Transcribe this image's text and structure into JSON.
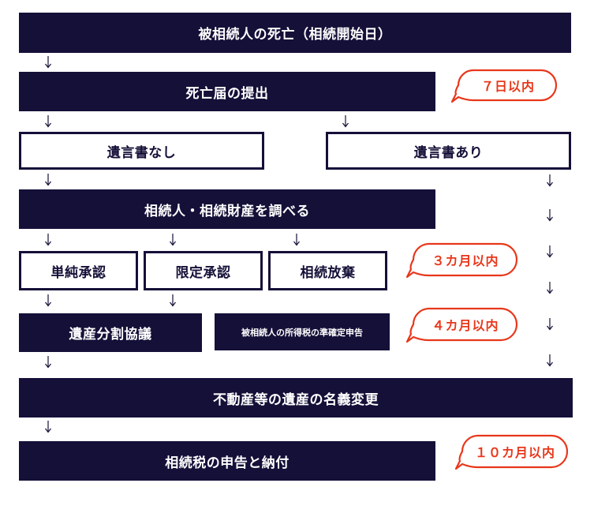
{
  "steps": {
    "death": "被相続人の死亡（相続開始日）",
    "death_report": "死亡届の提出",
    "no_will": "遺言書なし",
    "has_will": "遺言書あり",
    "investigate": "相続人・相続財産を調べる",
    "simple_acceptance": "単純承認",
    "limited_acceptance": "限定承認",
    "renunciation": "相続放棄",
    "division": "遺産分割協議",
    "income_tax_filing": "被相続人の所得税の準確定申告",
    "title_transfer": "不動産等の遺産の名義変更",
    "inheritance_tax": "相続税の申告と納付"
  },
  "deadlines": {
    "seven_days": "７日以内",
    "three_months": "３カ月以内",
    "four_months": "４カ月以内",
    "ten_months": "１０カ月以内"
  },
  "colors": {
    "box": "#141038",
    "deadline": "#e8371b"
  }
}
